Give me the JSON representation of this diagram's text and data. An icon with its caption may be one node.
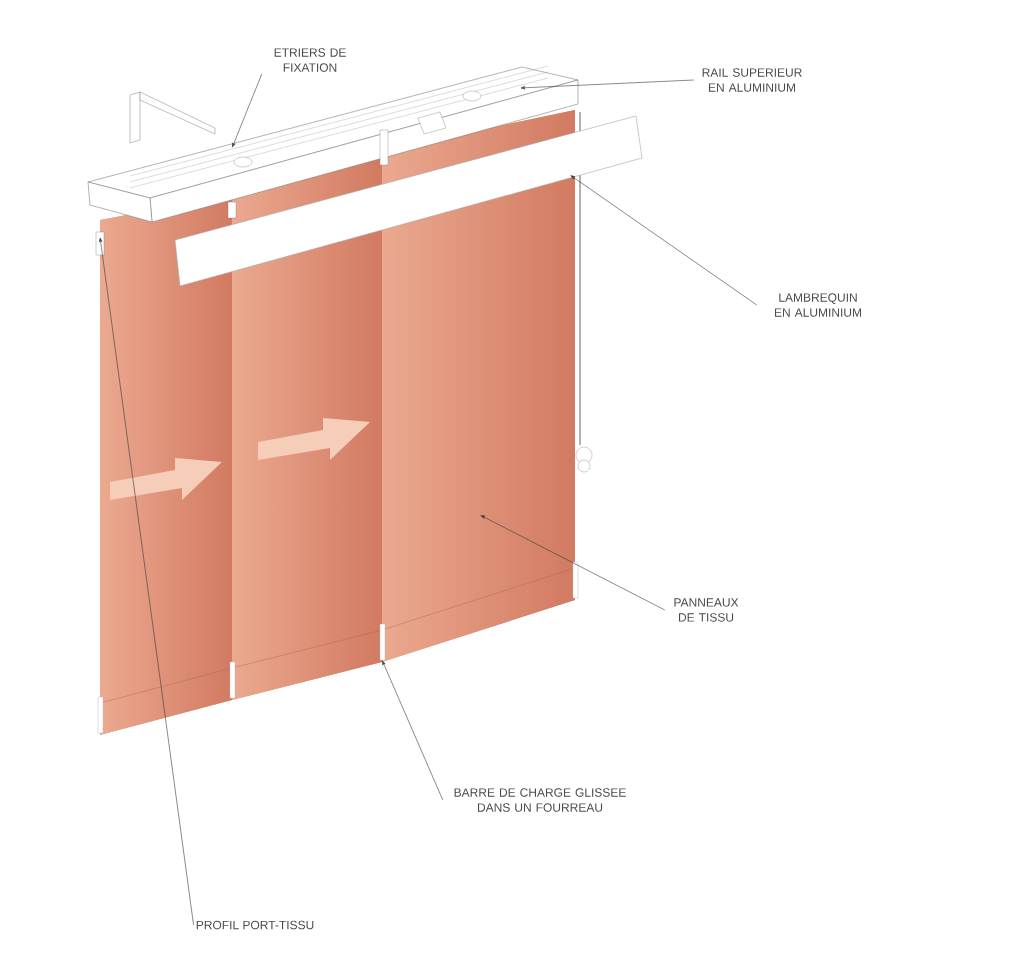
{
  "diagram": {
    "nodes": [
      {
        "text": [
          "ETRIERS DE FIXATION"
        ]
      },
      {
        "text": [
          "RAIL SUPERIEUR EN ALUMINIUM"
        ]
      },
      {
        "text": [
          "LAMBREQUIN EN ALUMINIUM"
        ]
      },
      {
        "text": [
          "PANNEAUX DE TISSU"
        ]
      },
      {
        "text": [
          "BARRE DE CHARGE GLISSEE DANS UN FOURREAU"
        ]
      },
      {
        "text": [
          "PROFIL PORT-TISSU"
        ]
      }
    ],
    "edges": [
      {
        "from": 0,
        "to": null,
        "arrow": "to"
      },
      {
        "from": 1,
        "to": null,
        "arrow": "to"
      },
      {
        "from": 2,
        "to": null,
        "arrow": "to"
      },
      {
        "from": 3,
        "to": null,
        "arrow": "to"
      },
      {
        "from": 4,
        "to": null,
        "arrow": "to"
      },
      {
        "from": 5,
        "to": null,
        "arrow": "to"
      }
    ]
  }
}
